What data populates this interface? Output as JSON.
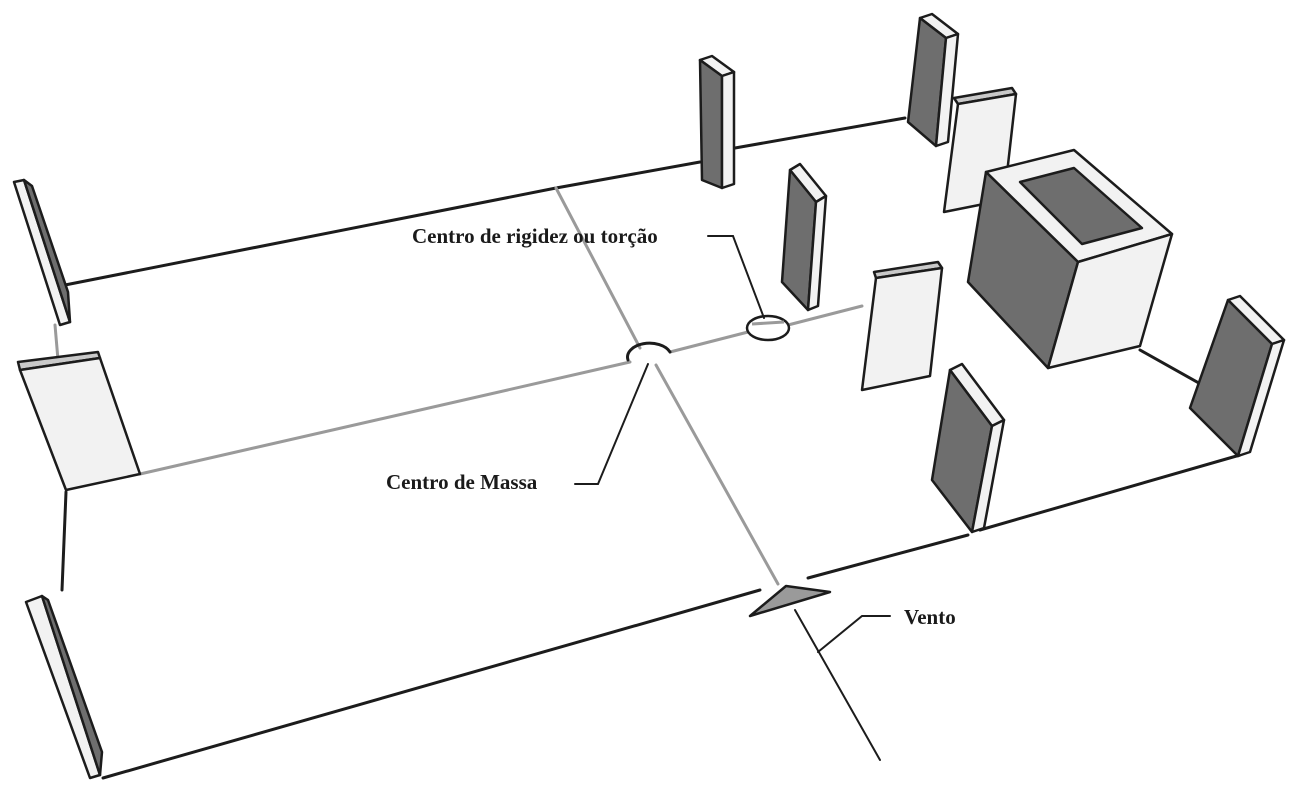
{
  "labels": {
    "stiffness_center": "Centro de rigidez ou torção",
    "mass_center": "Centro de Massa",
    "wind": "Vento"
  },
  "colors": {
    "line": "#1c1c1c",
    "axis_line": "#9a9a9a",
    "wall_dark": "#6e6e6e",
    "wall_light": "#f2f2f2"
  }
}
